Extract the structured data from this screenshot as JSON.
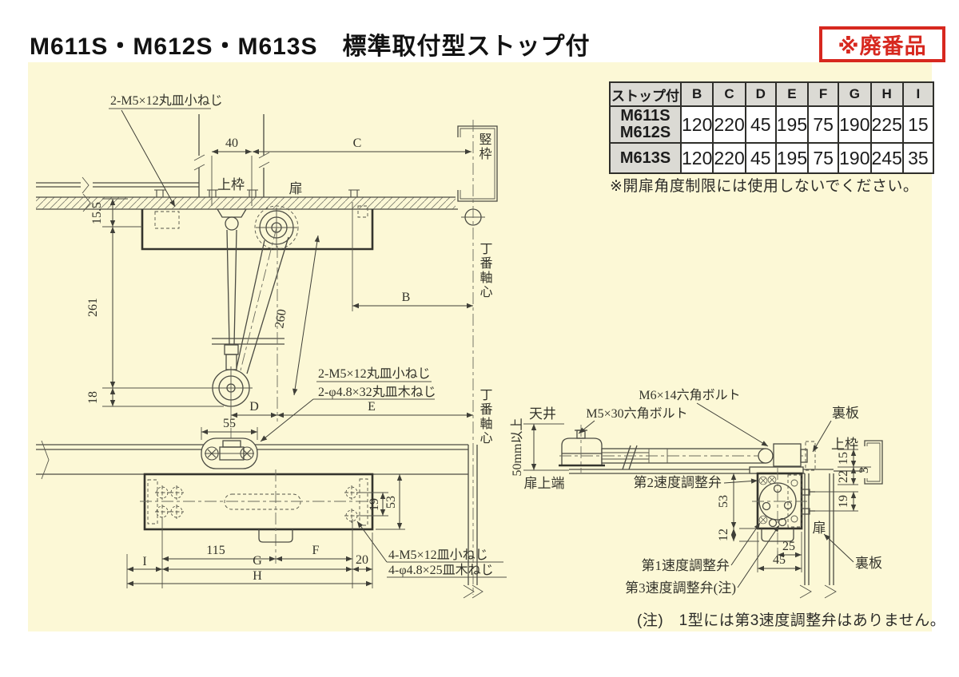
{
  "colors": {
    "background": "#FCF8D6",
    "accent_red": "#D7281F",
    "table_header_bg": "#DBDAD4",
    "line": "#4B4B43"
  },
  "header": {
    "title": "M611S・M612S・M613S　標準取付型ストップ付",
    "badge": "※廃番品"
  },
  "spec_table": {
    "columns": [
      "ストップ付",
      "B",
      "C",
      "D",
      "E",
      "F",
      "G",
      "H",
      "I"
    ],
    "rows": [
      {
        "model_lines": [
          "M611S",
          "M612S"
        ],
        "values": [
          "120",
          "220",
          "45",
          "195",
          "75",
          "190",
          "225",
          "15"
        ]
      },
      {
        "model_lines": [
          "M613S"
        ],
        "values": [
          "120",
          "220",
          "45",
          "195",
          "75",
          "190",
          "245",
          "35"
        ]
      }
    ],
    "note": "※開扉角度制限には使用しないでください。"
  },
  "front_view": {
    "screw_note_top": "2-M5×12丸皿小ねじ",
    "dim_40": "40",
    "dim_c": "C",
    "label_top_frame": "上枠",
    "label_door": "扉",
    "label_vertical_frame": "竪枠",
    "dim_15_5": "15.5",
    "dim_261": "261",
    "dim_18": "18",
    "dim_260": "260",
    "dim_b": "B",
    "hinge_axis_1": "丁番軸心",
    "hinge_axis_2": "丁番軸心",
    "screw_note_mid_1": "2-M5×12丸皿小ねじ",
    "screw_note_mid_2": "2-φ4.8×32丸皿木ねじ",
    "dim_d": "D",
    "dim_e": "E",
    "dim_55": "55"
  },
  "bottom_view": {
    "dim_115": "115",
    "dim_f": "F",
    "dim_i": "I",
    "dim_g": "G",
    "dim_20": "20",
    "dim_h": "H",
    "dim_19": "19",
    "dim_53": "53",
    "screw_note_1": "4-M5×12皿小ねじ",
    "screw_note_2": "4-φ4.8×25皿木ねじ"
  },
  "side_view": {
    "label_ceiling": "天井",
    "dim_50mm": "50mm以上",
    "label_door_top_edge": "扉上端",
    "bolt_label_m6": "M6×14六角ボルト",
    "bolt_label_m5": "M5×30六角ボルト",
    "label_back_plate_top": "裏板",
    "label_top_frame": "上枠",
    "dim_15": "15",
    "dim_3": "3",
    "dim_22": "22",
    "dim_19": "19",
    "dim_53": "53",
    "dim_12": "12",
    "dim_25": "25",
    "dim_45": "45",
    "valve_2": "第2速度調整弁",
    "valve_1": "第1速度調整弁",
    "valve_3": "第3速度調整弁(注)",
    "label_door": "扉",
    "label_back_plate_bottom": "裏板"
  },
  "footnote": "(注)　1型には第3速度調整弁はありません。"
}
